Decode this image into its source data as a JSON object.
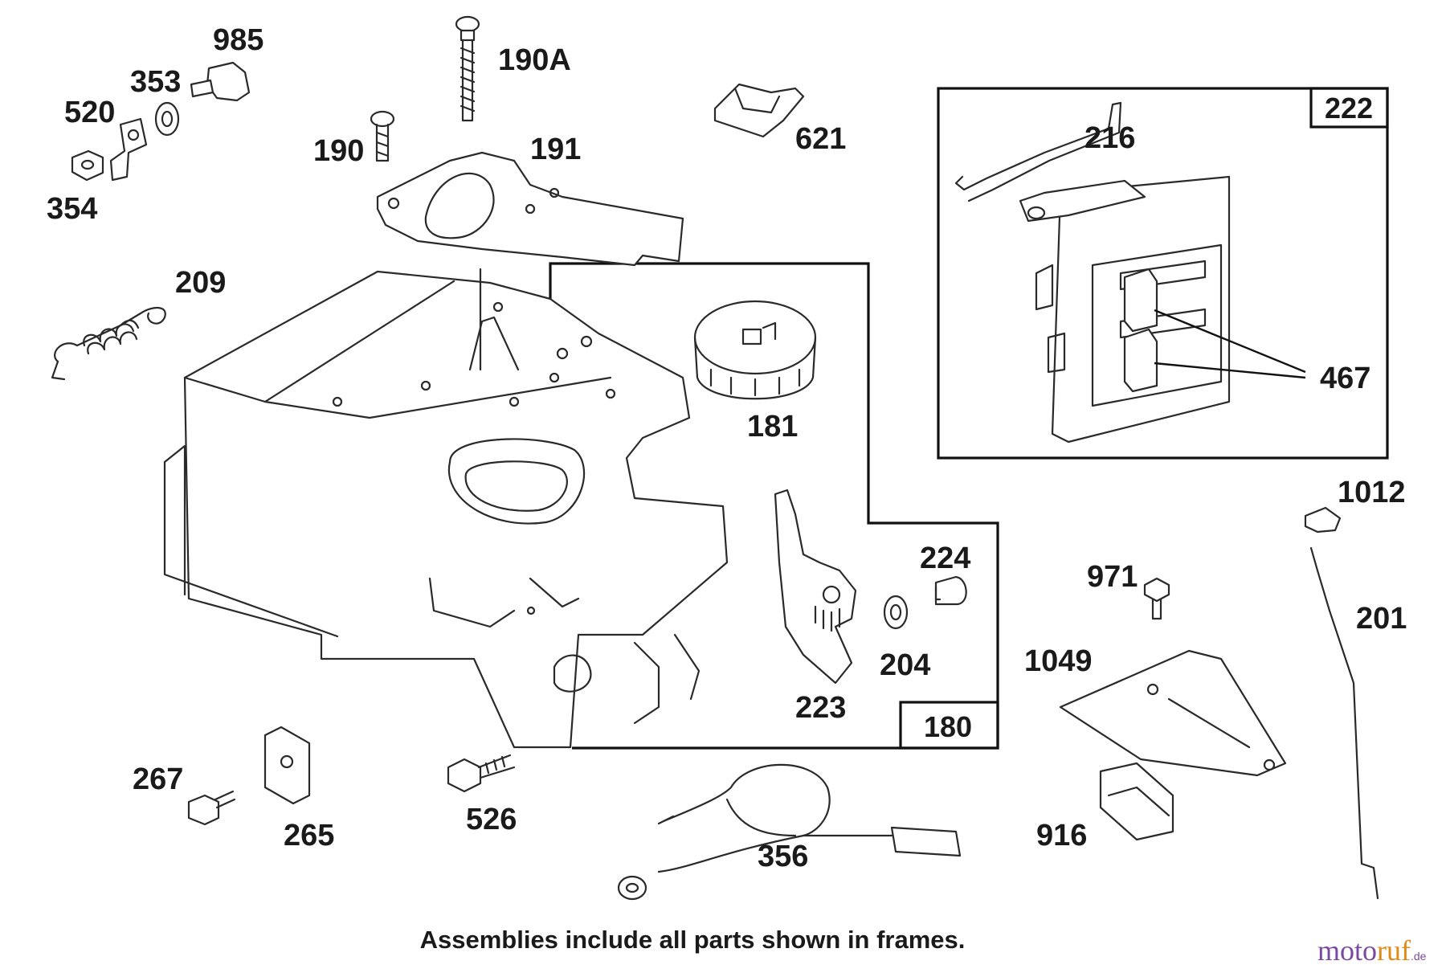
{
  "labels": {
    "p985": "985",
    "p353": "353",
    "p520": "520",
    "p354": "354",
    "p190A": "190A",
    "p190": "190",
    "p191": "191",
    "p621": "621",
    "p222": "222",
    "p216": "216",
    "p467": "467",
    "p209": "209",
    "p181": "181",
    "p224": "224",
    "p204": "204",
    "p223": "223",
    "p180": "180",
    "p1012": "1012",
    "p201": "201",
    "p971": "971",
    "p1049": "1049",
    "p916": "916",
    "p267": "267",
    "p265": "265",
    "p526": "526",
    "p356": "356"
  },
  "footer": {
    "note": "Assemblies include all parts shown in frames."
  },
  "logo": {
    "part1": "moto",
    "part2": "ruf",
    "suffix": ".de"
  },
  "colors": {
    "line": "#2a2a2a",
    "logo_primary": "#7b4aa0",
    "logo_accent": "#e08a1a"
  }
}
